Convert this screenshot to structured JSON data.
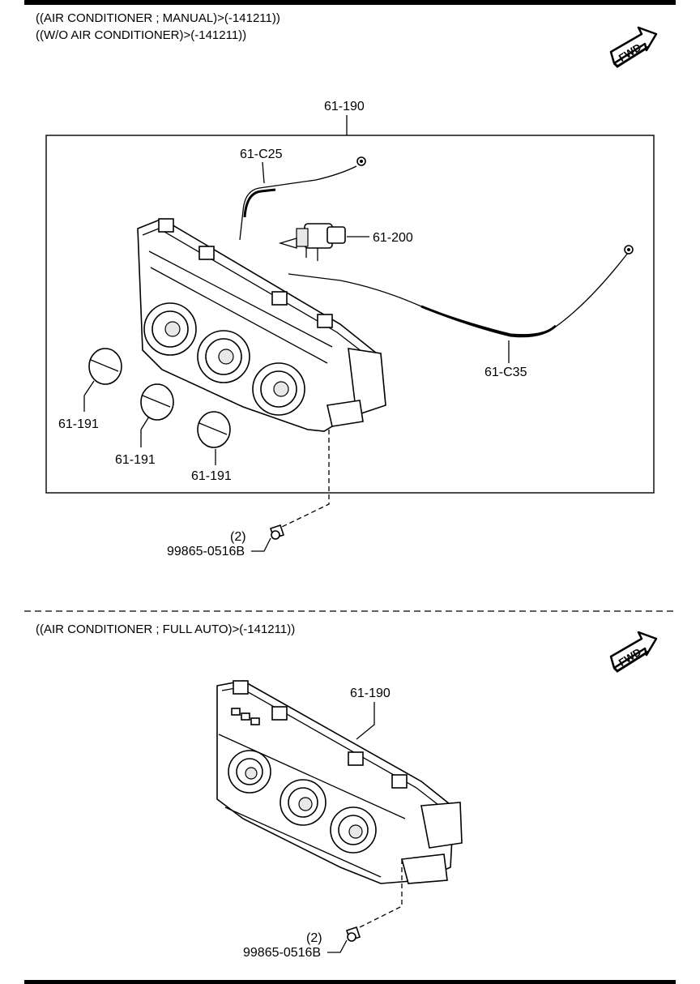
{
  "section_manual": {
    "header_line1": "((AIR CONDITIONER ; MANUAL)>(-141211))",
    "header_line2": "((W/O AIR CONDITIONER)>(-141211))",
    "fwd_label": "FWD",
    "callouts": {
      "assembly": "61-190",
      "cable_c25": "61-C25",
      "switch": "61-200",
      "cable_c35": "61-C35",
      "knob_left": "61-191",
      "knob_mid": "61-191",
      "knob_right": "61-191",
      "screw_qty": "(2)",
      "screw_part": "99865-0516B"
    }
  },
  "section_auto": {
    "header_line1": "((AIR CONDITIONER ; FULL AUTO)>(-141211))",
    "fwd_label": "FWD",
    "callouts": {
      "assembly": "61-190",
      "screw_qty": "(2)",
      "screw_part": "99865-0516B"
    }
  }
}
